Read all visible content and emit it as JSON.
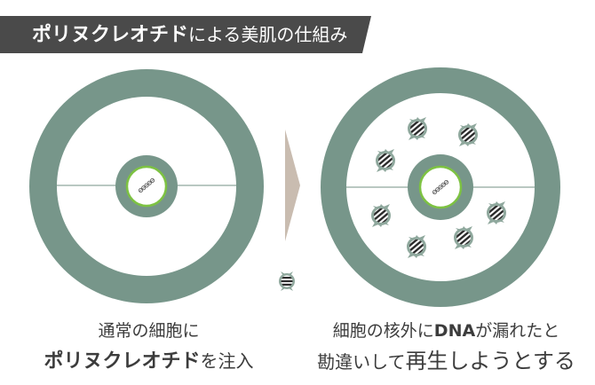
{
  "title": {
    "bold_part": "ポリヌクレオチド",
    "regular_part": "による美肌の仕組み"
  },
  "colors": {
    "banner_bg": "#4a4a4a",
    "cell_wall": "#77968a",
    "nucleus_ring": "#77968a",
    "nucleus_border": "#7dc242",
    "arrow": "#c9bcb0",
    "stripe_dark": "#2b2b2b",
    "text": "#3c3c3c"
  },
  "left_panel": {
    "caption_line1": "通常の細胞に",
    "caption_line2_bold": "ポリヌクレオチド",
    "caption_line2_rest": "を注入"
  },
  "right_panel": {
    "caption_line1_a": "細胞の核外に",
    "caption_line1_b": "DNA",
    "caption_line1_c": "が漏れたと",
    "caption_line2_a": "勘違いして",
    "caption_line2_b": "再生しようとする"
  },
  "icons": {
    "arrow": "right-arrow-icon",
    "dna_fragment": "dna-fragment-icon",
    "dna_strand": "dna-strand-icon"
  }
}
